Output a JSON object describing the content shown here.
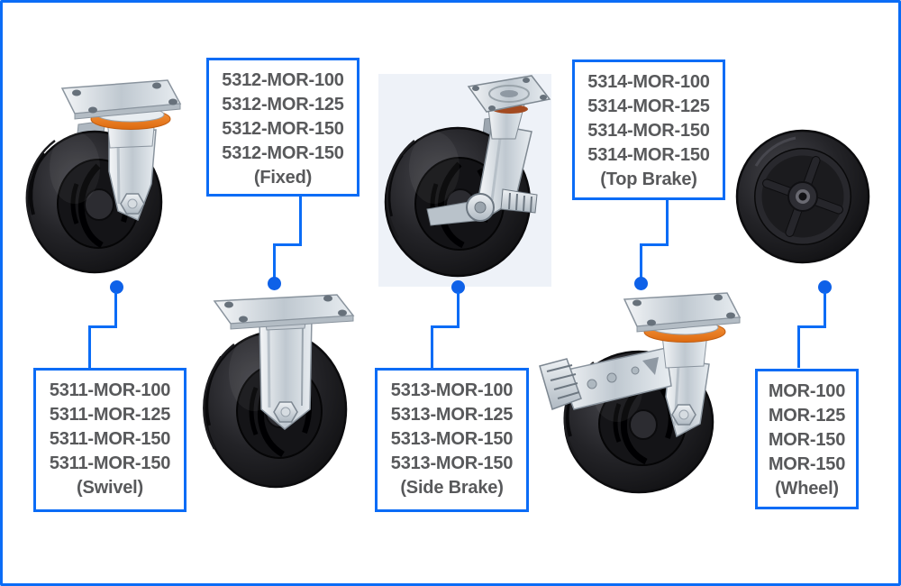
{
  "colors": {
    "accent": "#0b6cf6",
    "dot": "#0e61e8",
    "label_text": "#58595b",
    "background": "#ffffff",
    "orange_ring": "#ee7f2e",
    "tire_black": "#1a1a1d",
    "metal_gray": "#c9d1d8"
  },
  "labels": [
    {
      "id": "fixed",
      "lines": [
        "5312-MOR-100",
        "5312-MOR-125",
        "5312-MOR-150",
        "5312-MOR-150"
      ],
      "caption": "(Fixed)"
    },
    {
      "id": "top_brake",
      "lines": [
        "5314-MOR-100",
        "5314-MOR-125",
        "5314-MOR-150",
        "5314-MOR-150"
      ],
      "caption": "(Top Brake)"
    },
    {
      "id": "swivel",
      "lines": [
        "5311-MOR-100",
        "5311-MOR-125",
        "5311-MOR-150",
        "5311-MOR-150"
      ],
      "caption": "(Swivel)"
    },
    {
      "id": "side_brake",
      "lines": [
        "5313-MOR-100",
        "5313-MOR-125",
        "5313-MOR-150",
        "5313-MOR-150"
      ],
      "caption": "(Side Brake)"
    },
    {
      "id": "wheel",
      "lines": [
        "MOR-100",
        "MOR-125",
        "MOR-150",
        "MOR-150"
      ],
      "caption": "(Wheel)"
    }
  ],
  "products": [
    {
      "id": "swivel",
      "name": "swivel-plate-caster"
    },
    {
      "id": "fixed",
      "name": "fixed-plate-caster"
    },
    {
      "id": "side_brake",
      "name": "side-brake-swivel-caster"
    },
    {
      "id": "top_brake",
      "name": "top-brake-swivel-caster"
    },
    {
      "id": "wheel",
      "name": "rubber-wheel-only"
    }
  ]
}
